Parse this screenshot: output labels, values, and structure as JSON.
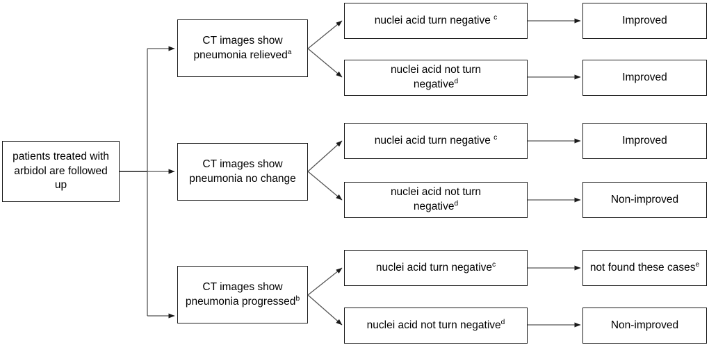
{
  "diagram": {
    "title": "patients treated with arbidol are followed up flowchart",
    "line_color": "#1a1a1a",
    "box_border_color": "#1a1a1a",
    "background_color": "#ffffff"
  },
  "root": {
    "text": "patients treated with arbidol are followed up"
  },
  "ct_branches": [
    {
      "text": "CT images show pneumonia relieved",
      "superscript": "a"
    },
    {
      "text": "CT images show pneumonia no change",
      "superscript": ""
    },
    {
      "text": "CT images show pneumonia progressed",
      "superscript": "b"
    }
  ],
  "nuclei_nodes": [
    {
      "text": "nuclei acid turn negative ",
      "superscript": "c"
    },
    {
      "text": "nuclei acid not turn negative",
      "superscript": "d"
    },
    {
      "text": "nuclei acid turn negative ",
      "superscript": "c"
    },
    {
      "text": "nuclei acid not turn negative",
      "superscript": "d"
    },
    {
      "text": "nuclei acid turn negative",
      "superscript": "c"
    },
    {
      "text": "nuclei acid not turn negative",
      "superscript": "d"
    }
  ],
  "outcome_nodes": [
    {
      "text": "Improved",
      "superscript": ""
    },
    {
      "text": "Improved",
      "superscript": ""
    },
    {
      "text": "Improved",
      "superscript": ""
    },
    {
      "text": "Non-improved",
      "superscript": ""
    },
    {
      "text": "not found these cases",
      "superscript": "e"
    },
    {
      "text": "Non-improved",
      "superscript": ""
    }
  ]
}
